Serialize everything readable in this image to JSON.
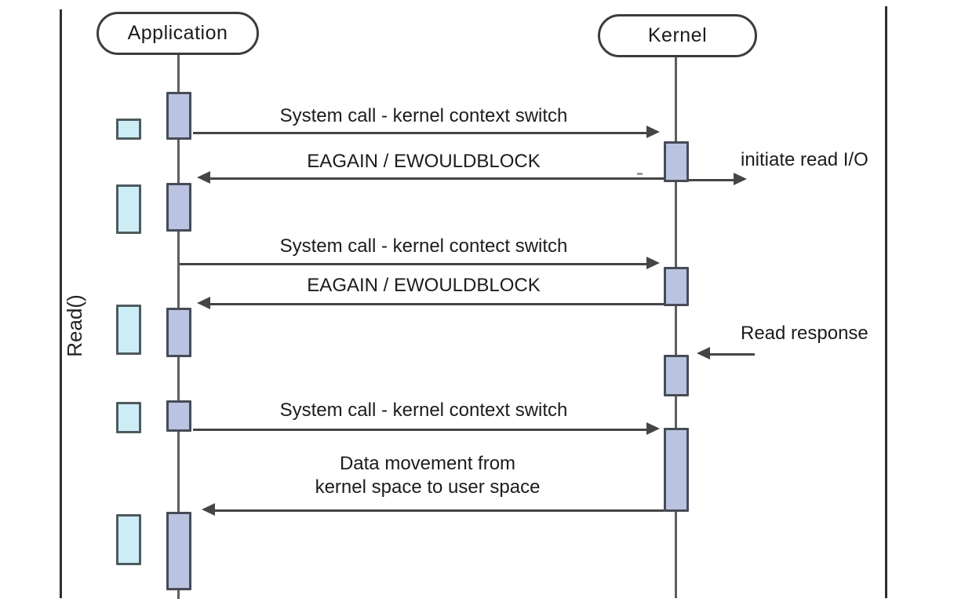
{
  "axis": {
    "label": "Read()"
  },
  "actors": [
    {
      "id": "application",
      "label": "Application"
    },
    {
      "id": "kernel",
      "label": "Kernel"
    }
  ],
  "messages": [
    {
      "from": "application",
      "to": "kernel",
      "label": "System call - kernel context switch"
    },
    {
      "from": "kernel",
      "to": "application",
      "label": "EAGAIN / EWOULDBLOCK"
    },
    {
      "from": "kernel",
      "to": "external",
      "label": "initiate read I/O"
    },
    {
      "from": "application",
      "to": "kernel",
      "label": "System call - kernel contect switch"
    },
    {
      "from": "kernel",
      "to": "application",
      "label": "EAGAIN / EWOULDBLOCK"
    },
    {
      "from": "external",
      "to": "kernel",
      "label": "Read response"
    },
    {
      "from": "application",
      "to": "kernel",
      "label": "System call - kernel context switch"
    },
    {
      "from": "kernel",
      "to": "application",
      "label_line1": "Data movement from",
      "label_line2": "kernel space to user space"
    }
  ],
  "colors": {
    "activation_fill": "#bac4e1",
    "activation_border": "#474b57",
    "poll_fill": "#cdedf6",
    "poll_border": "#4e5a5e",
    "lifeline": "#5e5e5e",
    "arrow": "#454545",
    "border_rule": "#2e2e2e",
    "text": "#1c1c1c"
  }
}
